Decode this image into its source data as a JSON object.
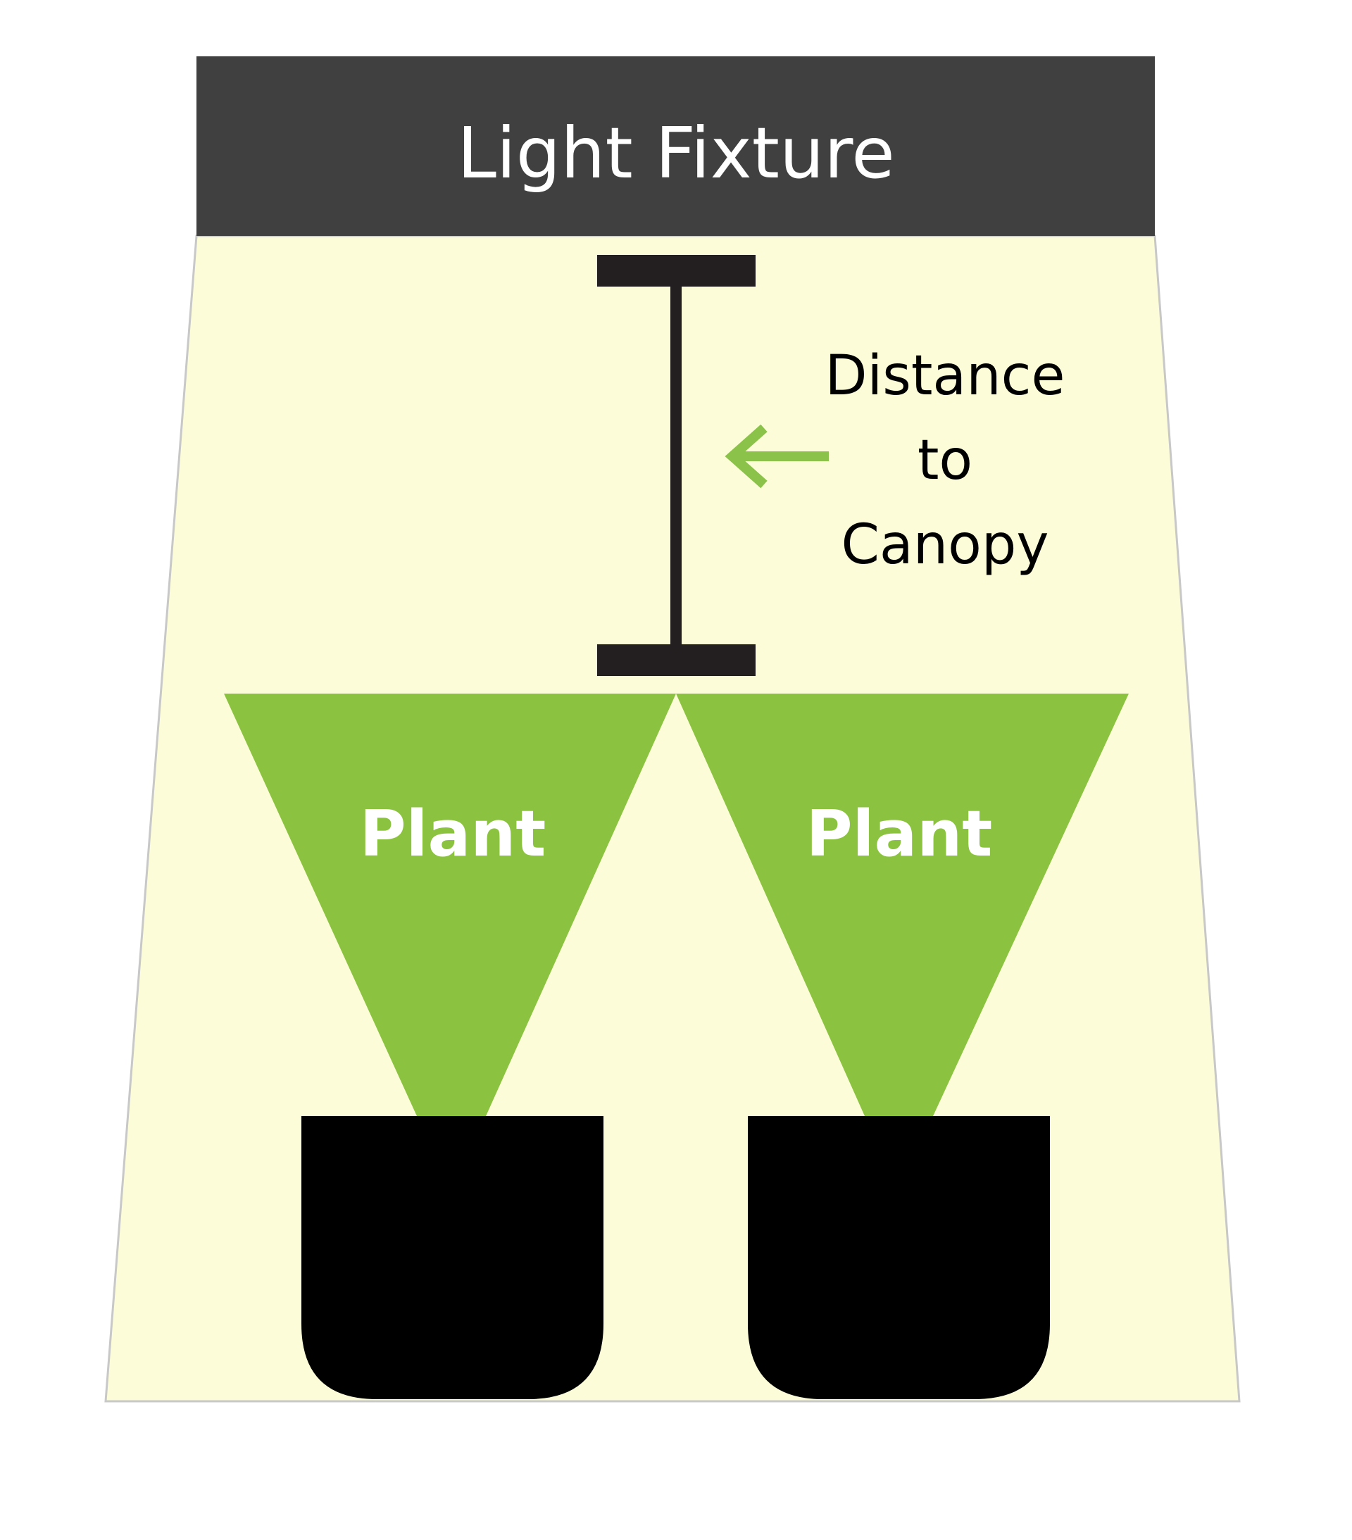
{
  "fixture": {
    "label": "Light Fixture",
    "color": "#404040",
    "text_color": "#ffffff"
  },
  "light_cone": {
    "color": "#fcfdd8",
    "outline_color": "#c8c8c8"
  },
  "distance": {
    "lines": [
      "Distance",
      "to",
      "Canopy"
    ],
    "bar_color": "#231f20",
    "arrow_color": "#8bc34a",
    "arrow_icon": "arrow-left-icon"
  },
  "plants": [
    {
      "label": "Plant",
      "foliage_color": "#8bc340",
      "pot_color": "#000000"
    },
    {
      "label": "Plant",
      "foliage_color": "#8bc340",
      "pot_color": "#000000"
    }
  ]
}
